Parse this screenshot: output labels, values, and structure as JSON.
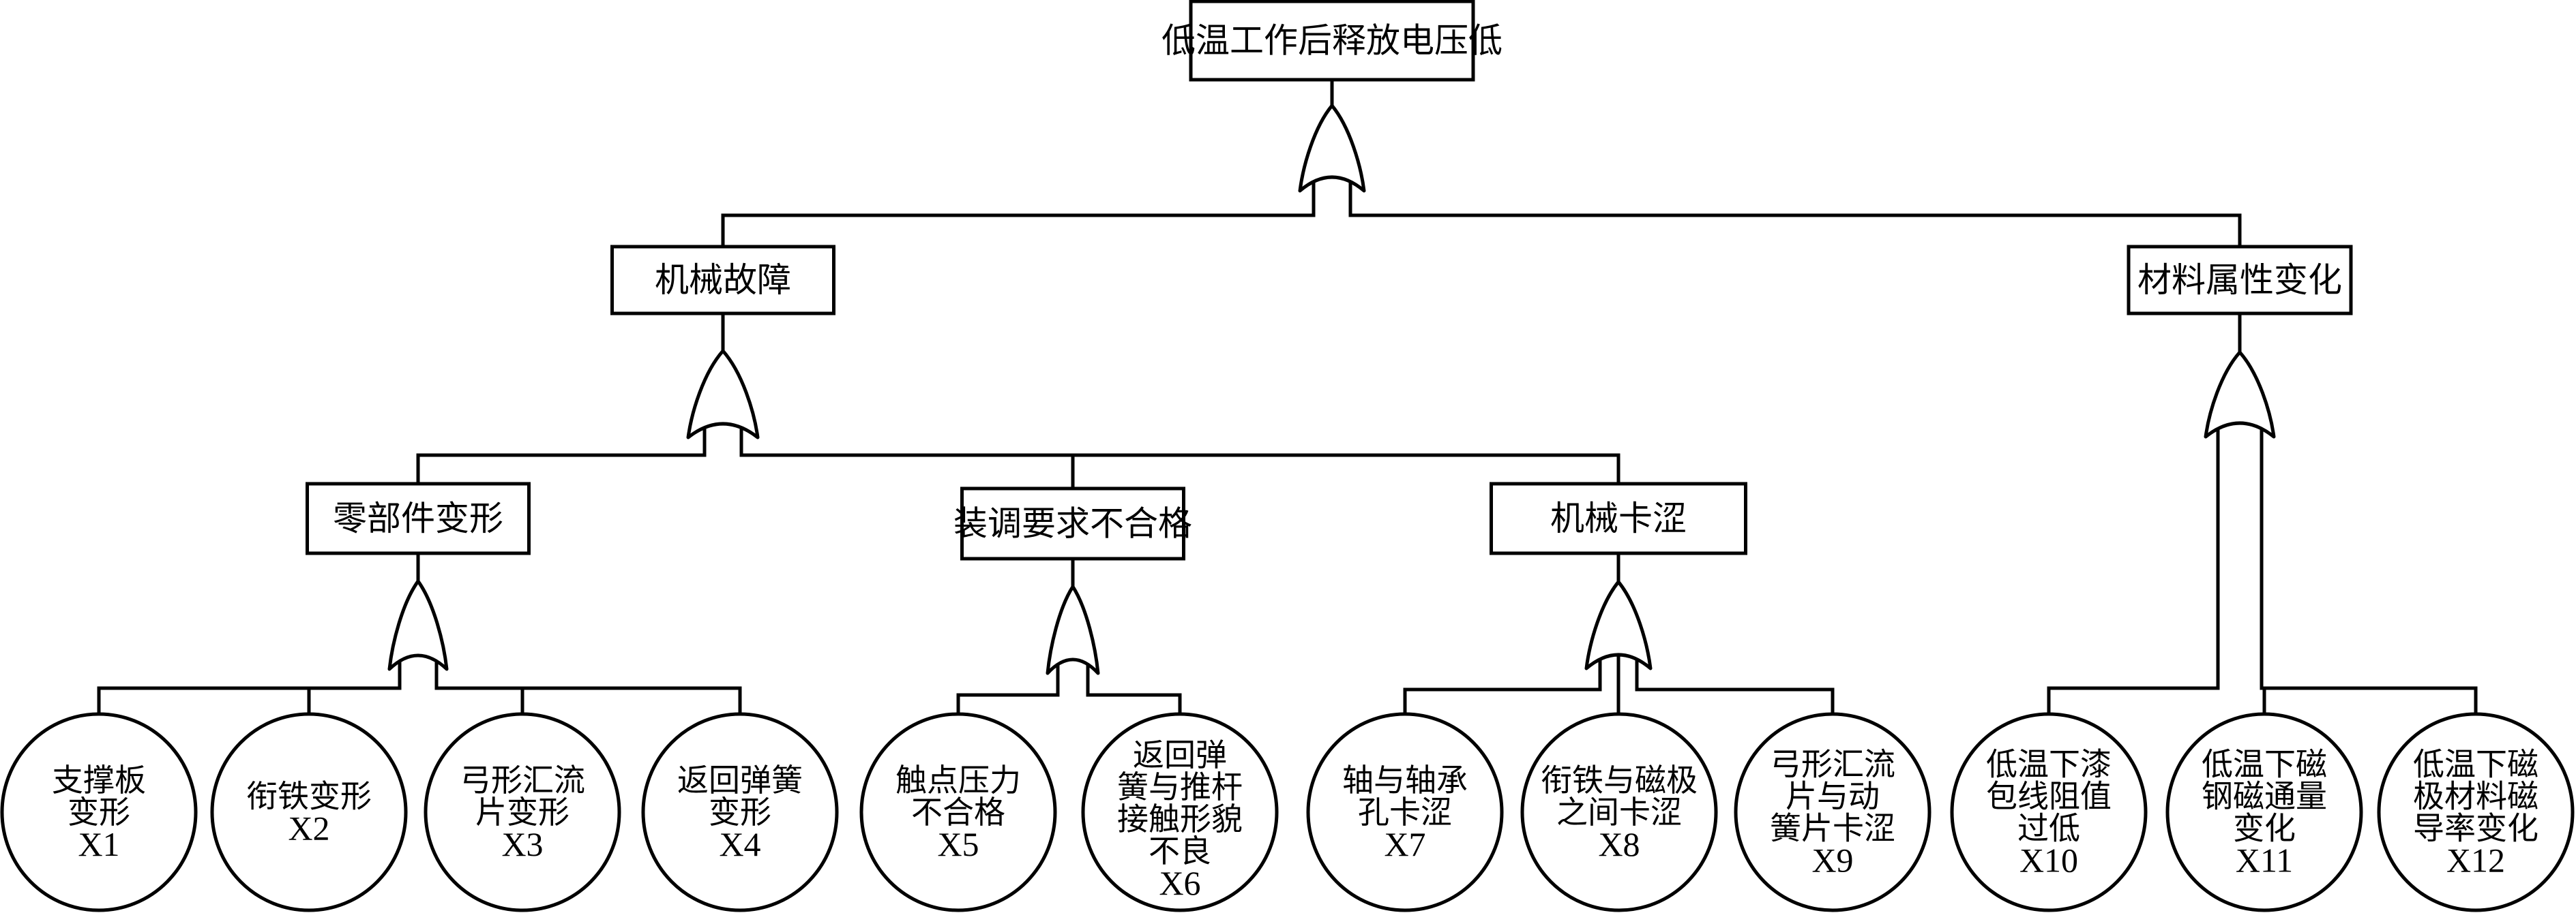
{
  "diagram": {
    "type": "fault-tree",
    "gate_type": "OR",
    "colors": {
      "line": "#000000",
      "background": "#ffffff"
    },
    "top_event": {
      "id": "T",
      "label": "低温工作后释放电压低"
    },
    "intermediate_events": [
      {
        "id": "M1",
        "label": "机械故障",
        "parent": "T"
      },
      {
        "id": "M2",
        "label": "材料属性变化",
        "parent": "T"
      },
      {
        "id": "M3",
        "label": "零部件变形",
        "parent": "M1"
      },
      {
        "id": "M4",
        "label": "装调要求不合格",
        "parent": "M1"
      },
      {
        "id": "M5",
        "label": "机械卡涩",
        "parent": "M1"
      }
    ],
    "basic_events": [
      {
        "id": "X1",
        "lines": [
          "支撑板",
          "变形"
        ],
        "parent": "M3"
      },
      {
        "id": "X2",
        "lines": [
          "衔铁变形"
        ],
        "parent": "M3"
      },
      {
        "id": "X3",
        "lines": [
          "弓形汇流",
          "片变形"
        ],
        "parent": "M3"
      },
      {
        "id": "X4",
        "lines": [
          "返回弹簧",
          "变形"
        ],
        "parent": "M3"
      },
      {
        "id": "X5",
        "lines": [
          "触点压力",
          "不合格"
        ],
        "parent": "M4"
      },
      {
        "id": "X6",
        "lines": [
          "返回弹",
          "簧与推杆",
          "接触形貌",
          "不良"
        ],
        "parent": "M4"
      },
      {
        "id": "X7",
        "lines": [
          "轴与轴承",
          "孔卡涩"
        ],
        "parent": "M5"
      },
      {
        "id": "X8",
        "lines": [
          "衔铁与磁极",
          "之间卡涩"
        ],
        "parent": "M5"
      },
      {
        "id": "X9",
        "lines": [
          "弓形汇流",
          "片与动",
          "簧片卡涩"
        ],
        "parent": "M5"
      },
      {
        "id": "X10",
        "lines": [
          "低温下漆",
          "包线阻值",
          "过低"
        ],
        "parent": "M2"
      },
      {
        "id": "X11",
        "lines": [
          "低温下磁",
          "钢磁通量",
          "变化"
        ],
        "parent": "M2"
      },
      {
        "id": "X12",
        "lines": [
          "低温下磁",
          "极材料磁",
          "导率变化"
        ],
        "parent": "M2"
      }
    ]
  }
}
